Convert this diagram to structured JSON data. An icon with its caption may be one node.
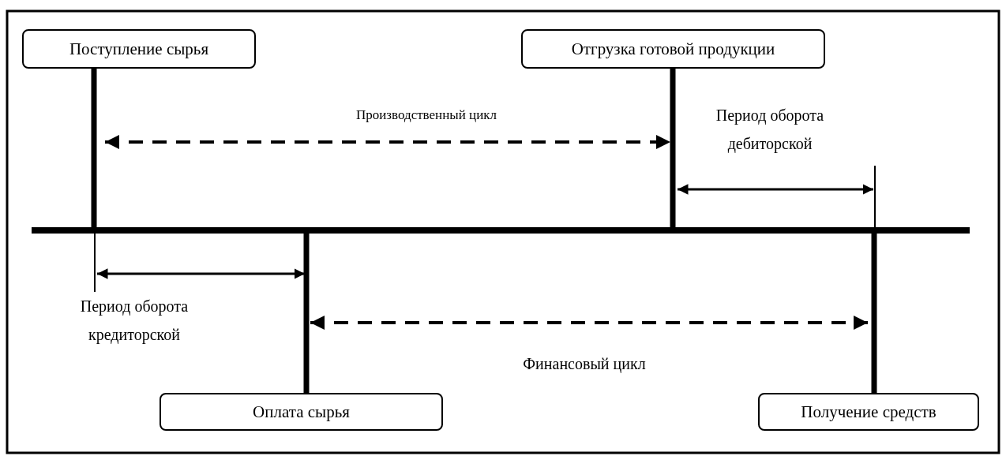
{
  "diagram": {
    "nodes": [
      {
        "text": [
          "Поступление сырья"
        ]
      },
      {
        "text": [
          "Отгрузка готовой продукции"
        ]
      },
      {
        "text": [],
        "shape": "bar"
      },
      {
        "text": [
          "Оплата сырья"
        ]
      },
      {
        "text": [
          "Получение средств"
        ]
      }
    ],
    "edges": [
      {
        "from": 0,
        "to": 2,
        "arrow": "none"
      },
      {
        "from": 1,
        "to": 2,
        "arrow": "none"
      },
      {
        "from": 2,
        "to": 3,
        "arrow": "none"
      },
      {
        "from": 2,
        "to": 4,
        "arrow": "none"
      }
    ],
    "labels": [
      "Производственный цикл",
      "Период оборота дебиторской",
      "Период оборота кредиторской",
      "Финансовый цикл"
    ]
  }
}
